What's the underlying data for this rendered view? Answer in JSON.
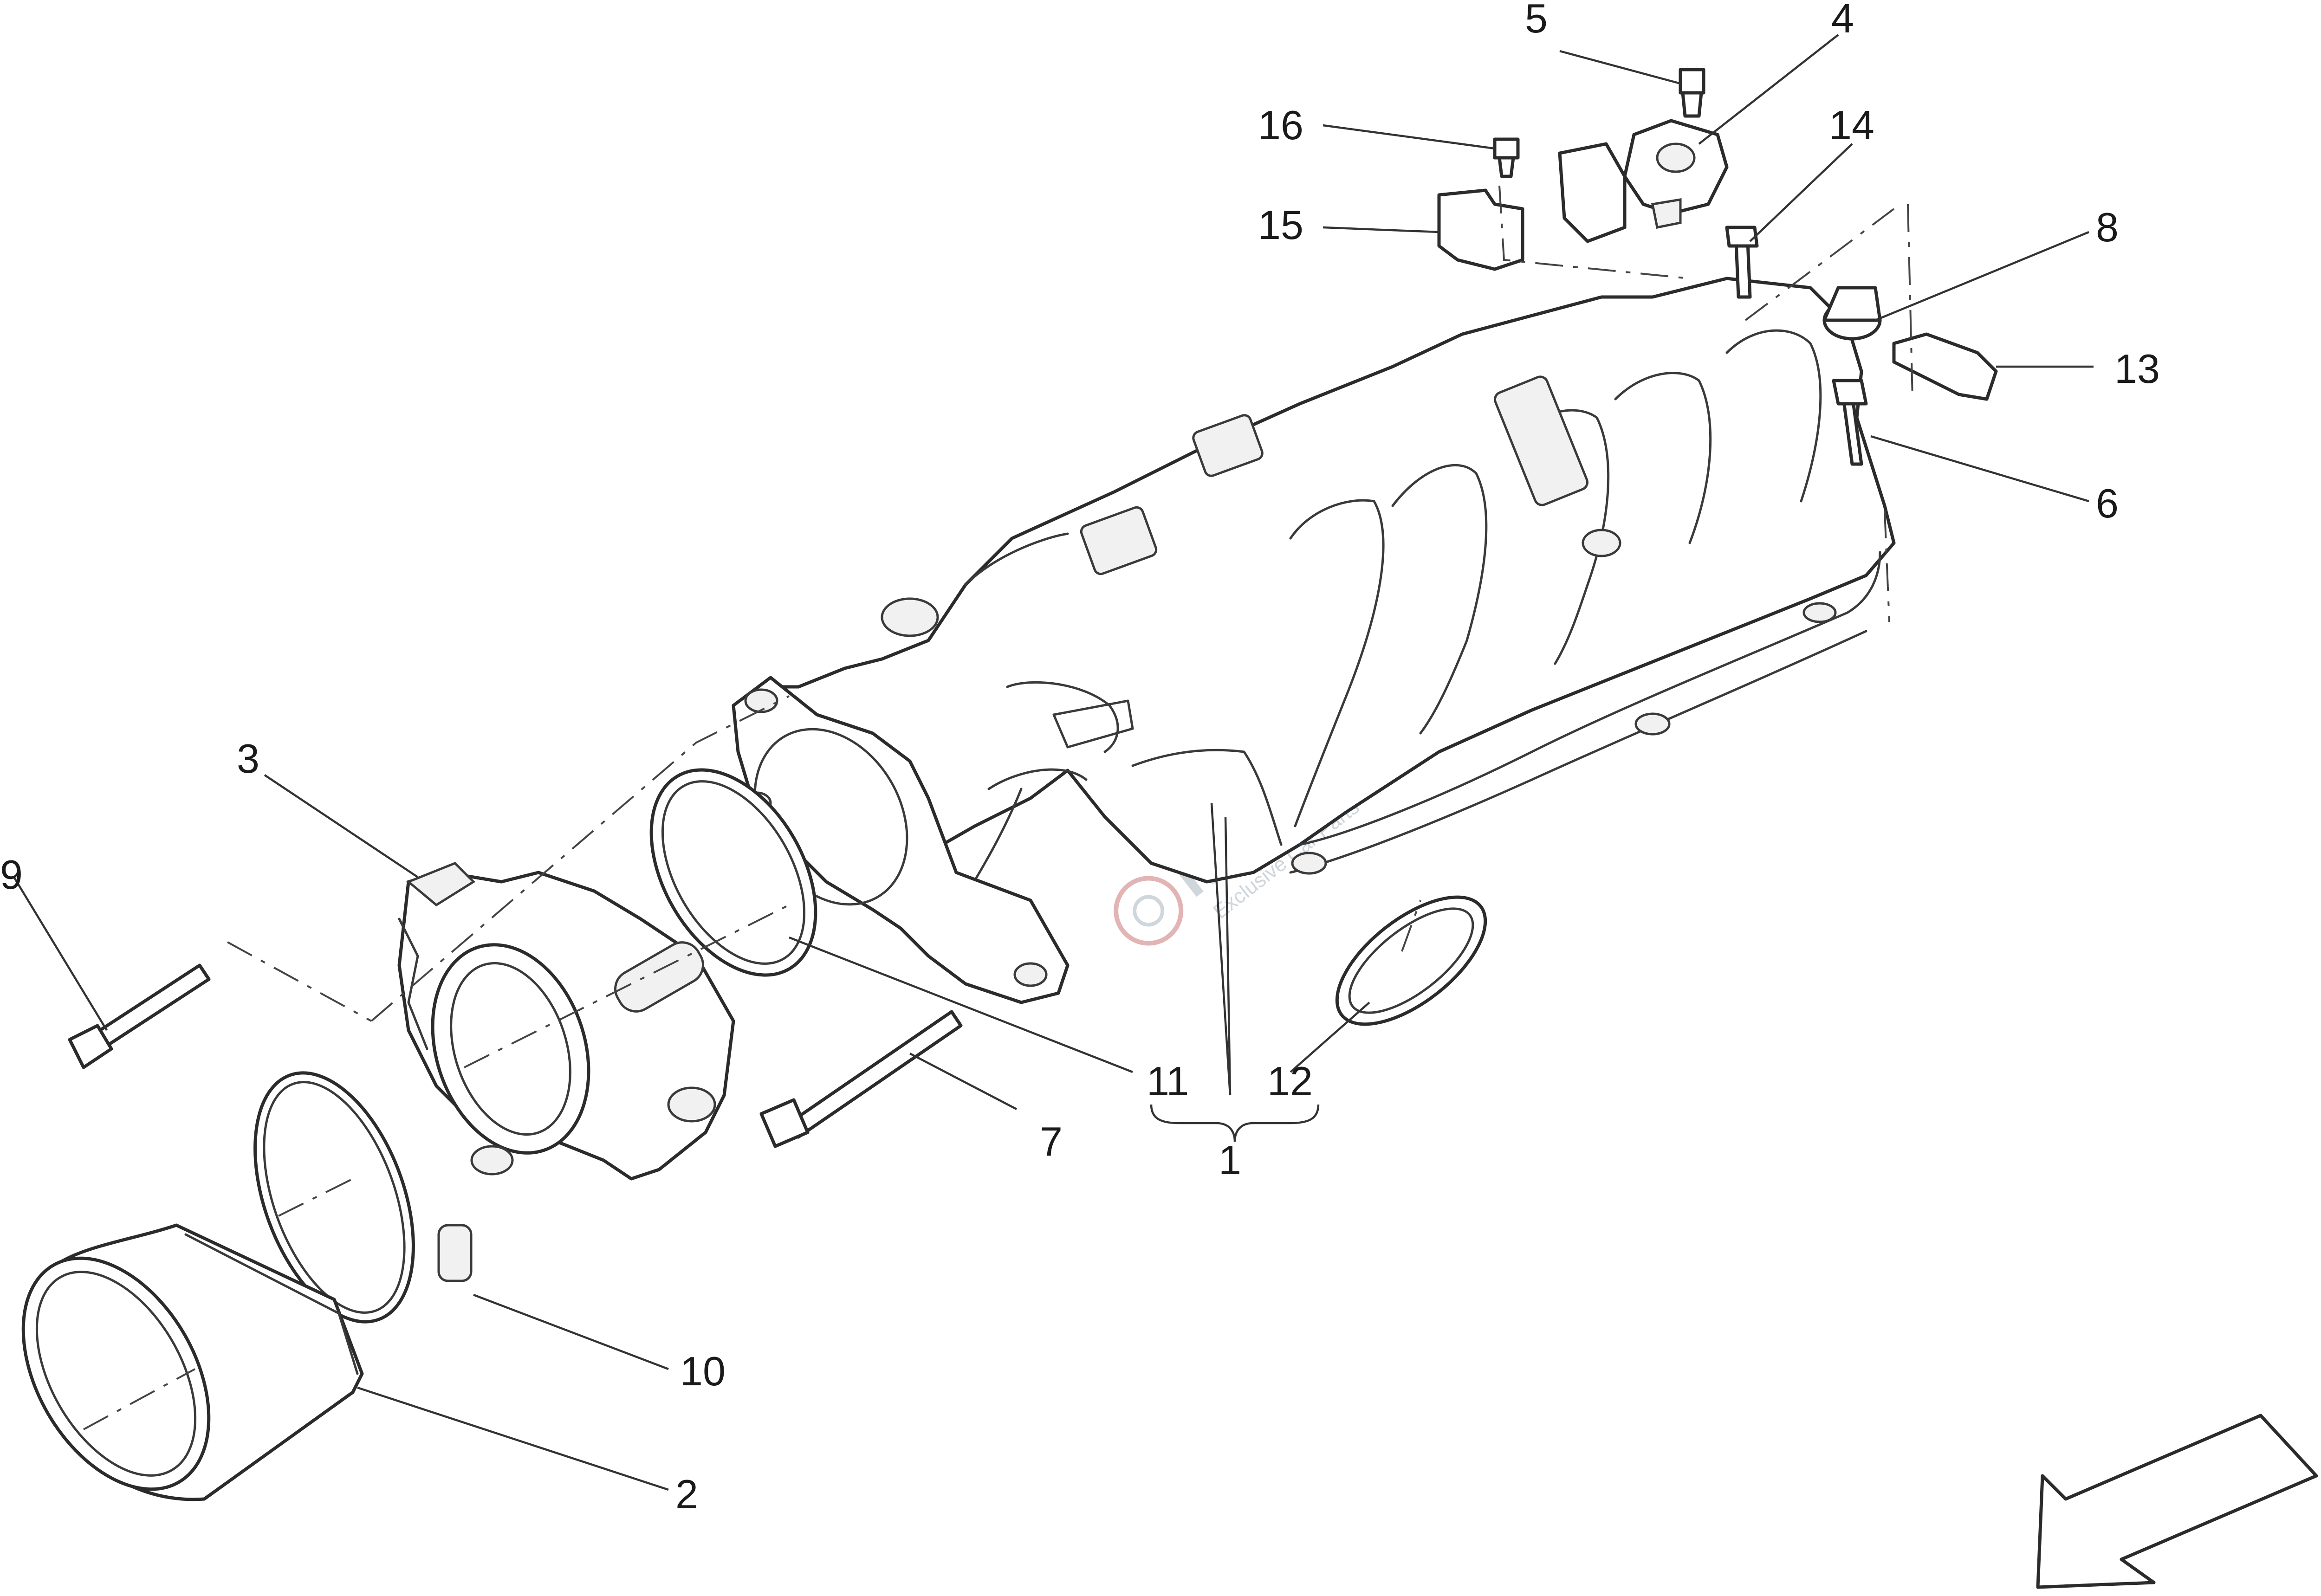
{
  "diagram": {
    "callouts": {
      "c1": "1",
      "c2": "2",
      "c3": "3",
      "c4": "4",
      "c5": "5",
      "c6": "6",
      "c7": "7",
      "c8": "8",
      "c9": "9",
      "c10": "10",
      "c11": "11",
      "c12": "12",
      "c13": "13",
      "c14": "14",
      "c15": "15",
      "c16": "16"
    },
    "watermark": {
      "brand": "Maserati",
      "tagline": "Exclusive Car Parts"
    },
    "direction_arrow": "arrow-icon"
  }
}
